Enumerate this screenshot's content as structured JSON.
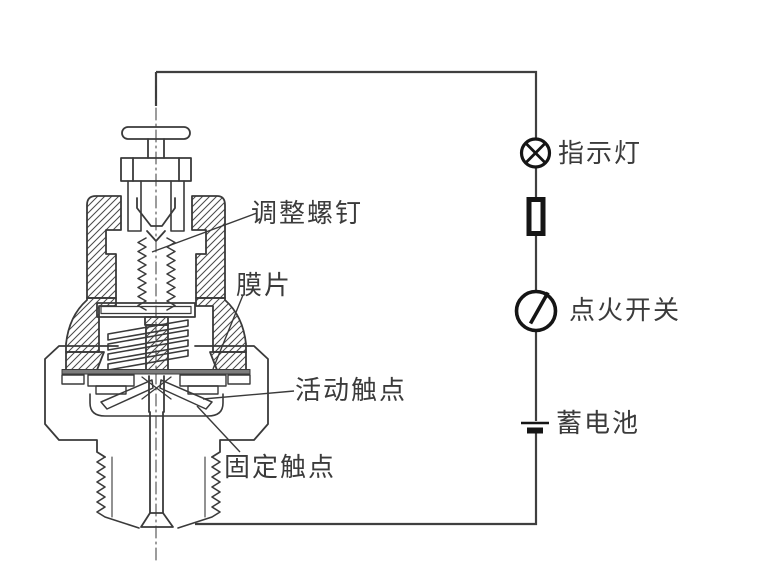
{
  "sensor": {
    "labels": {
      "adjusting_screw": "调整螺钉",
      "diaphragm": "膜片",
      "movable_contact": "活动触点",
      "fixed_contact": "固定触点"
    }
  },
  "circuit": {
    "labels": {
      "indicator_lamp": "指示灯",
      "ignition_switch": "点火开关",
      "battery": "蓄电池"
    },
    "symbols": {
      "indicator_lamp": "circle-with-x",
      "fuse": "thick-bordered-rectangle",
      "ignition_switch": "circle-with-slash",
      "battery": "long-thin-plate-over-short-thick-plate"
    }
  },
  "colors": {
    "background": "#ffffff",
    "line": "#3a3a3a",
    "wire": "#3f3f3f",
    "symbol": "#151515",
    "text": "#3b3b3b"
  }
}
